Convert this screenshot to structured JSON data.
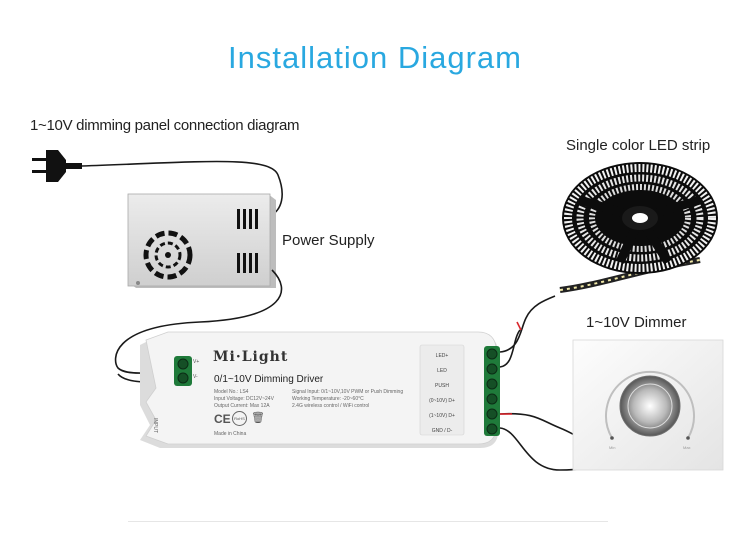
{
  "title": "Installation Diagram",
  "subtitle": "1~10V dimming panel connection diagram",
  "labels": {
    "power_supply": "Power Supply",
    "led_strip": "Single color LED strip",
    "dimmer": "1~10V Dimmer"
  },
  "driver": {
    "brand": "Mi·Light",
    "model_title": "0/1~10V Dimming Driver",
    "spec_left": [
      "Model No.: LS4",
      "Input Voltage: DC12V~24V",
      "Output Current: Max 12A"
    ],
    "spec_right": [
      "Signal Input: 0/1~10V,10V PWM or Push Dimming",
      "Working Temperature: -20~60°C",
      "2.4G wireless control / WiFi control"
    ],
    "input_pins": [
      "V+",
      "V-"
    ],
    "input_label": "INPUT",
    "made_in": "Made in China",
    "cert_marks": [
      "CE",
      "RoHS"
    ],
    "terminals": [
      "LED+",
      "LED",
      "PUSH",
      "(0~10V) D+",
      "(1~10V) D+",
      "GND / D-"
    ]
  },
  "dimmer_scale": [
    "Min",
    "Max"
  ],
  "colors": {
    "title": "#29a8e0",
    "wire": "#1a1a1a",
    "wire_accent": "#d9262c",
    "terminal_green": "#1f7a3a",
    "case": "#f3f3f3"
  },
  "icons": [
    "power-plug-icon",
    "power-supply-icon",
    "led-reel-icon",
    "dimmer-knob-icon",
    "weee-bin-icon"
  ]
}
